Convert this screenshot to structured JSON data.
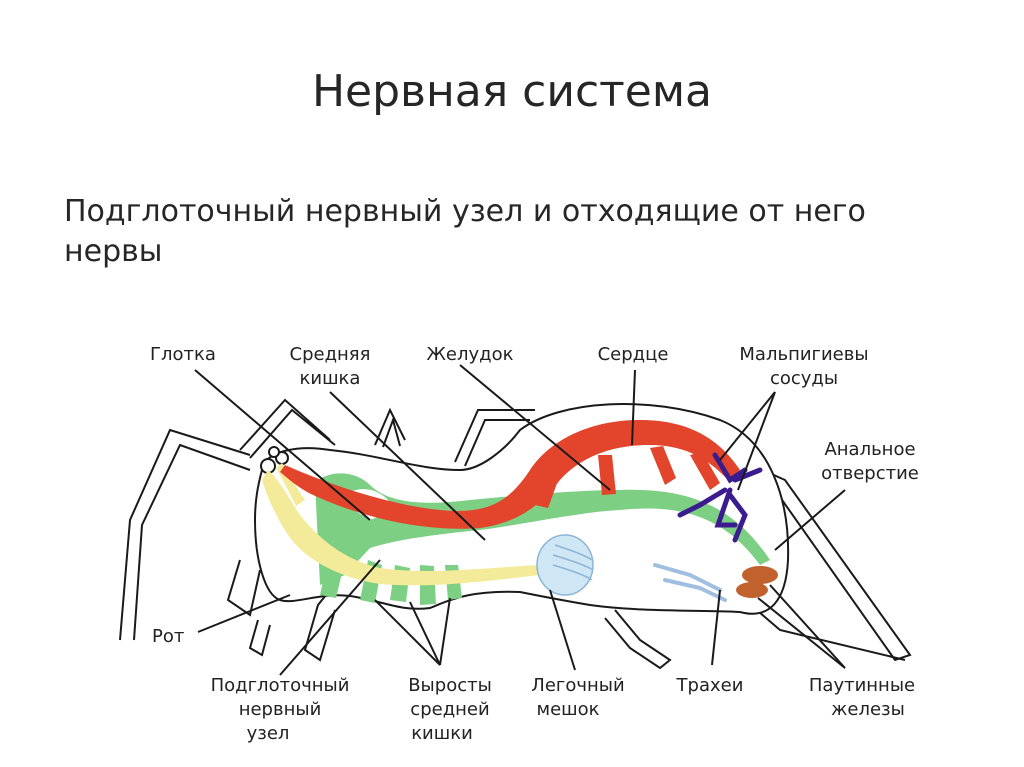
{
  "slide": {
    "title": "Нервная система",
    "subtitle": "Подглоточный нервный узел и отходящие от него нервы"
  },
  "diagram": {
    "labels": {
      "glotka": "Глотка",
      "srednyaya_kishka": [
        "Средняя",
        "кишка"
      ],
      "zheludok": "Желудок",
      "serdtse": "Сердце",
      "malpigievy": [
        "Мальпигиевы",
        "сосуды"
      ],
      "analnoe": [
        "Анальное",
        "отверстие"
      ],
      "rot": "Рот",
      "podglotochny": [
        "Подглоточный",
        "нервный",
        "узел"
      ],
      "vyrosty": [
        "Выросты",
        "средней",
        "кишки"
      ],
      "legochny": [
        "Легочный",
        "мешок"
      ],
      "trahei": "Трахеи",
      "pautinnye": [
        "Паутинные",
        "железы"
      ]
    },
    "colors": {
      "nerve": "#f4eb9a",
      "gut": "#7dcf84",
      "heart": "#e2452b",
      "malpighian": "#3b1c8f",
      "lung": "#cfe6f4",
      "silk": "#c0612e",
      "trachea": "#9fbfe0"
    }
  }
}
